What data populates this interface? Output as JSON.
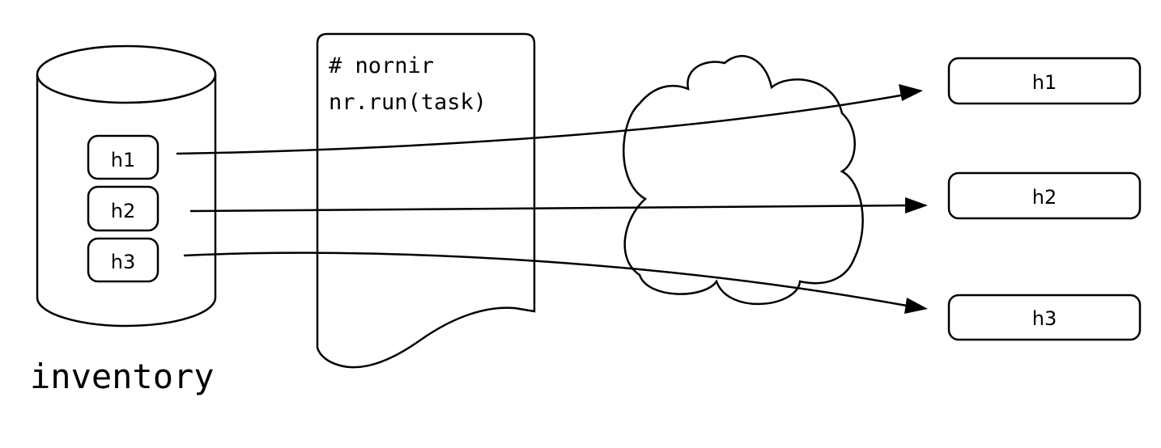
{
  "inventory": {
    "caption": "inventory",
    "hosts": [
      {
        "label": "h1"
      },
      {
        "label": "h2"
      },
      {
        "label": "h3"
      }
    ]
  },
  "script": {
    "lines": [
      "# nornir",
      "nr.run(task)"
    ]
  },
  "targets": [
    {
      "label": "h1"
    },
    {
      "label": "h2"
    },
    {
      "label": "h3"
    }
  ],
  "colors": {
    "stroke": "#000000",
    "background": "#ffffff"
  }
}
